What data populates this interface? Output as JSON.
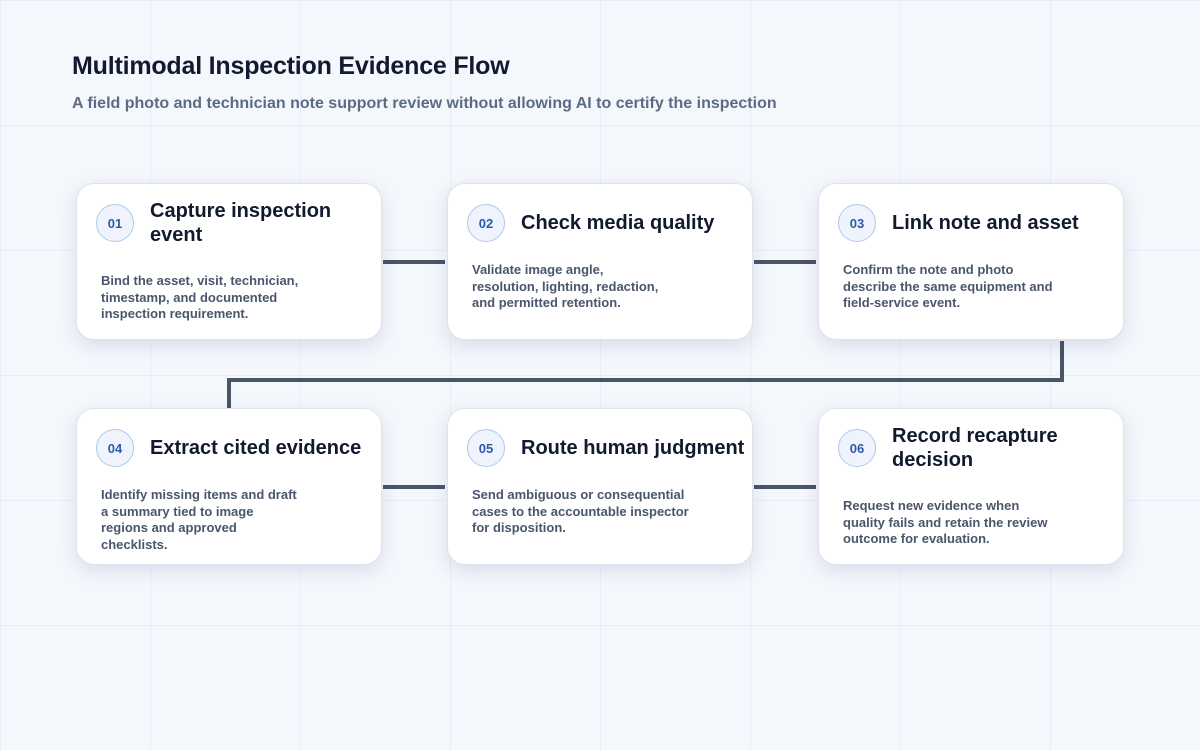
{
  "header": {
    "title": "Multimodal Inspection Evidence Flow",
    "subtitle": "A field photo and technician note support review without allowing AI to certify the inspection"
  },
  "steps": [
    {
      "number": "01",
      "title": "Capture inspection event",
      "description": "Bind the asset, visit, technician, timestamp, and documented inspection requirement."
    },
    {
      "number": "02",
      "title": "Check media quality",
      "description": "Validate image angle, resolution, lighting, redaction, and permitted retention."
    },
    {
      "number": "03",
      "title": "Link note and asset",
      "description": "Confirm the note and photo describe the same equipment and field-service event."
    },
    {
      "number": "04",
      "title": "Extract cited evidence",
      "description": "Identify missing items and draft a summary tied to image regions and approved checklists."
    },
    {
      "number": "05",
      "title": "Route human judgment",
      "description": "Send ambiguous or consequential cases to the accountable inspector for disposition."
    },
    {
      "number": "06",
      "title": "Record recapture decision",
      "description": "Request new evidence when quality fails and retain the review outcome for evaluation."
    }
  ],
  "colors": {
    "connector": "#4a5568",
    "accent": "#2f5aa8",
    "title": "#111a2e",
    "background": "#f4f7fc"
  }
}
